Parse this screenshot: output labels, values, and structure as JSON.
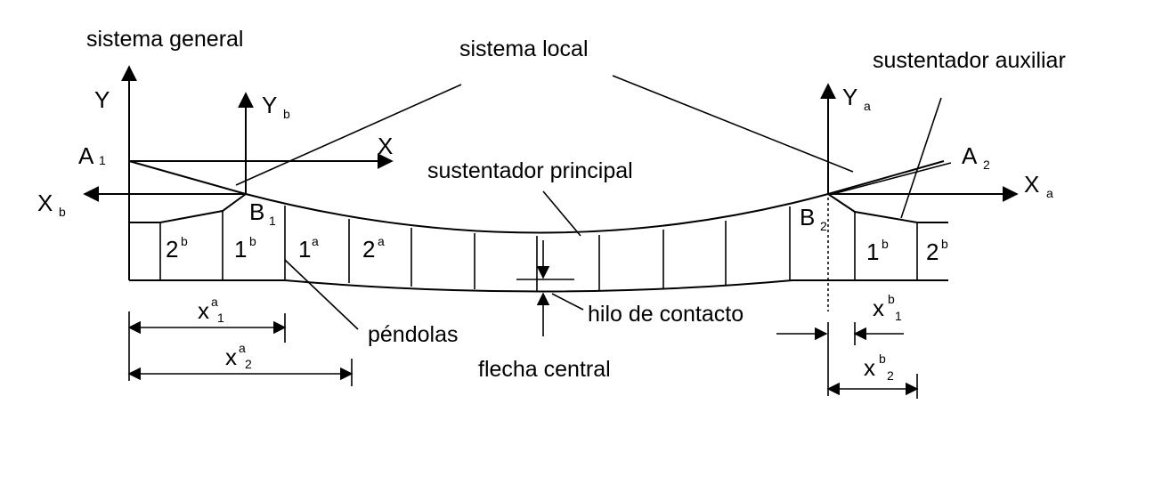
{
  "labels": {
    "sistema_general": "sistema general",
    "sistema_local": "sistema local",
    "sustentador_auxiliar": "sustentador auxiliar",
    "sustentador_principal": "sustentador principal",
    "pendolas": "péndolas",
    "hilo_de_contacto": "hilo de contacto",
    "flecha_central": "flecha central"
  },
  "axes": {
    "Y": "Y",
    "X": "X",
    "Yb": "Y",
    "Yb_sub": "b",
    "Xb": "X",
    "Xb_sub": "b",
    "Ya": "Y",
    "Ya_sub": "a",
    "Xa": "X",
    "Xa_sub": "a"
  },
  "points": {
    "A1": "A",
    "A1_sub": "1",
    "A2": "A",
    "A2_sub": "2",
    "B1": "B",
    "B1_sub": "1",
    "B2": "B",
    "B2_sub": "2"
  },
  "droppers": {
    "left_2b": "2",
    "left_2b_sup": "b",
    "left_1b": "1",
    "left_1b_sup": "b",
    "left_1a": "1",
    "left_1a_sup": "a",
    "left_2a": "2",
    "left_2a_sup": "a",
    "right_1b": "1",
    "right_1b_sup": "b",
    "right_2b": "2",
    "right_2b_sup": "b"
  },
  "dimensions": {
    "xa1": "x",
    "xa1_sup": "a",
    "xa1_sub": "1",
    "xa2": "x",
    "xa2_sup": "a",
    "xa2_sub": "2",
    "xb1": "x",
    "xb1_sup": "b",
    "xb1_sub": "1",
    "xb2": "x",
    "xb2_sup": "b",
    "xb2_sub": "2"
  }
}
